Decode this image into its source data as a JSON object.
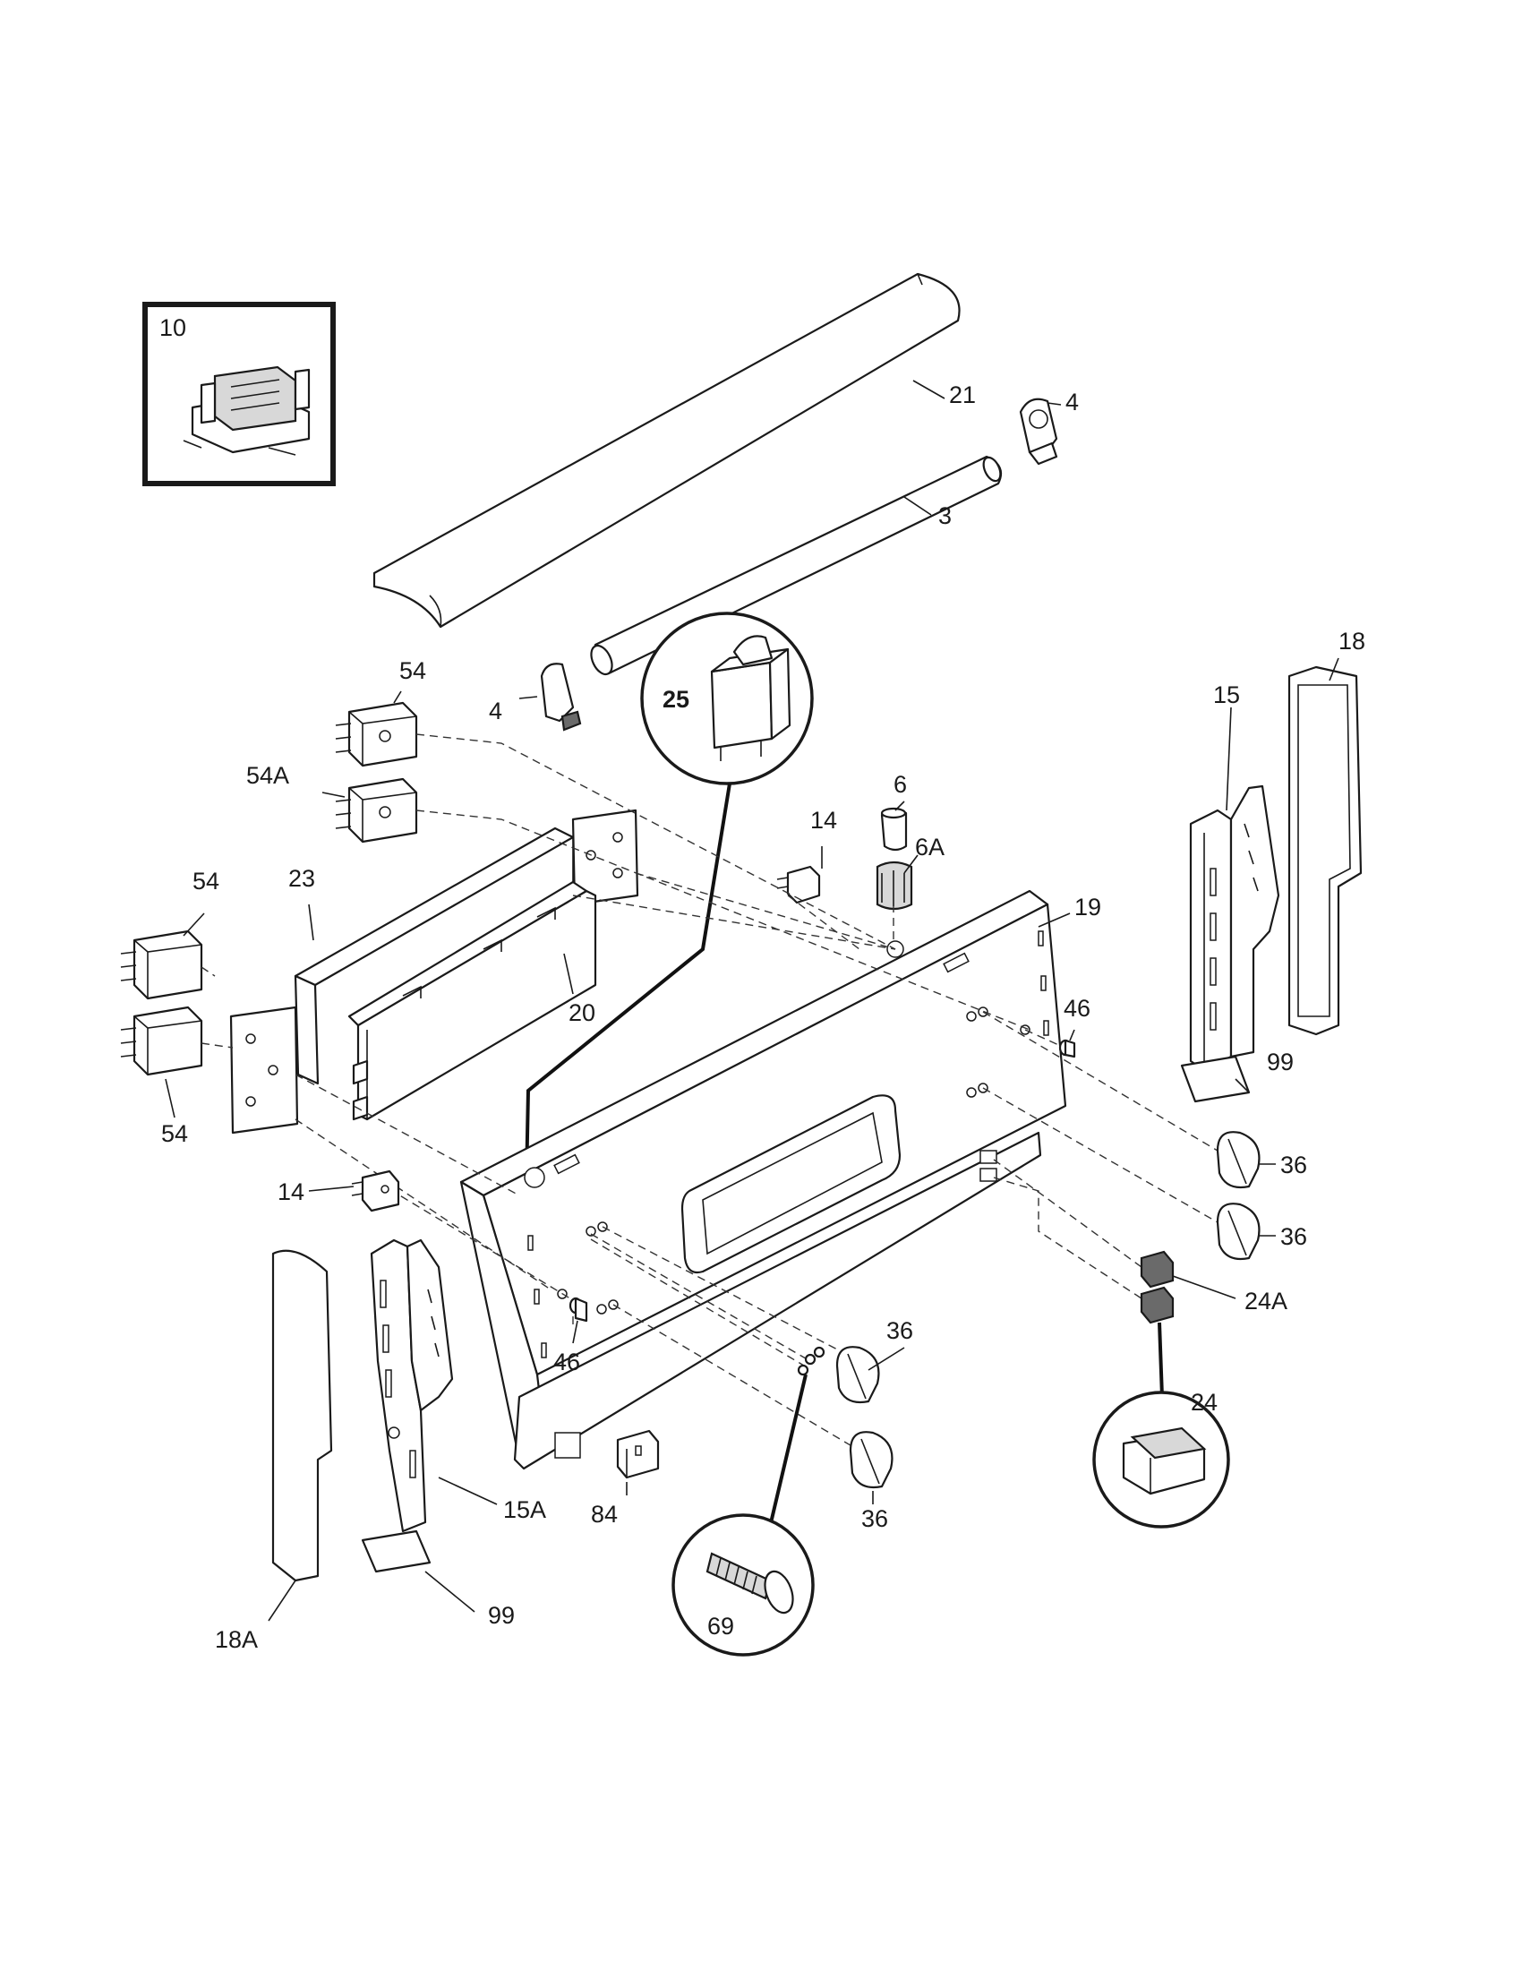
{
  "callouts": {
    "c10": "10",
    "c21": "21",
    "c4a": "4",
    "c3": "3",
    "c4b": "4",
    "c25": "25",
    "c54a": "54",
    "c54A": "54A",
    "c23": "23",
    "c54b": "54",
    "c54c": "54",
    "c20": "20",
    "c14a": "14",
    "c6": "6",
    "c6A": "6A",
    "c19": "19",
    "c15": "15",
    "c18": "18",
    "c46a": "46",
    "c99a": "99",
    "c36a": "36",
    "c36b": "36",
    "c24A": "24A",
    "c24": "24",
    "c14b": "14",
    "c46b": "46",
    "c36c": "36",
    "c36d": "36",
    "c84": "84",
    "c15A": "15A",
    "c69": "69",
    "c18A": "18A",
    "c99b": "99"
  }
}
